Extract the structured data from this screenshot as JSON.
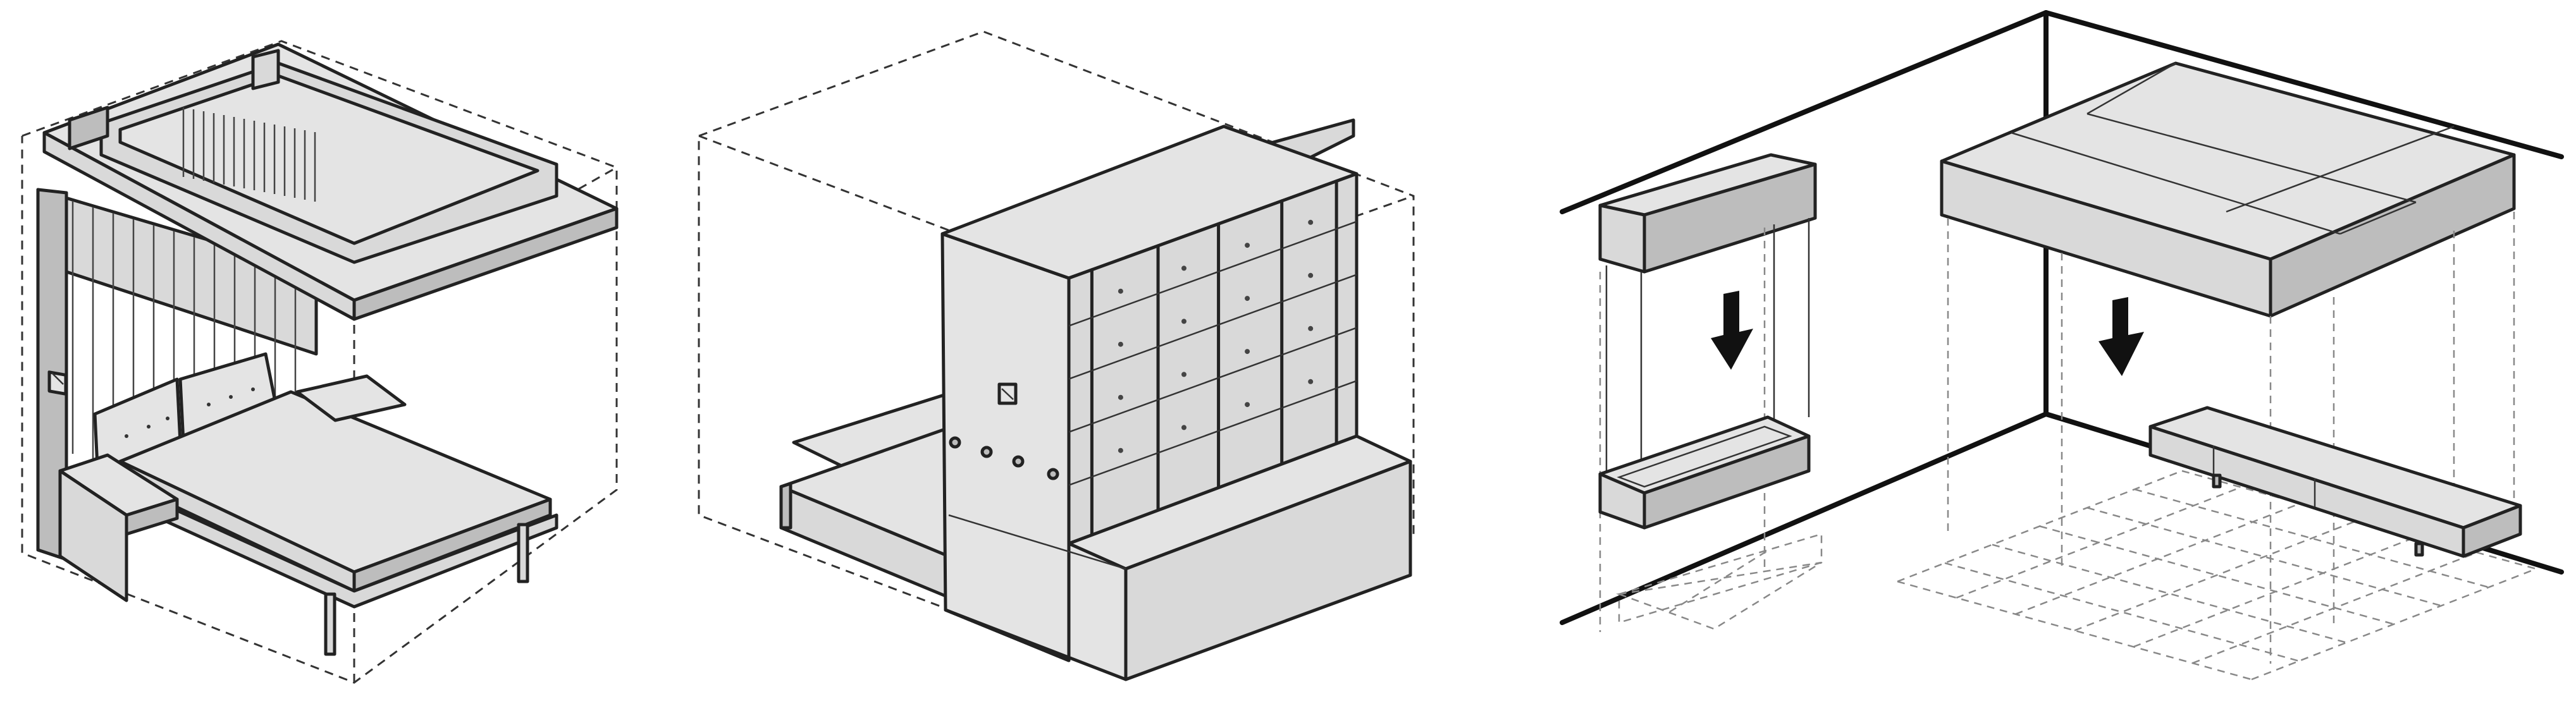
{
  "figure": {
    "panels": [
      {
        "id": "panel-1",
        "subject": "lofted-bed-over-sofa-bed"
      },
      {
        "id": "panel-2",
        "subject": "storage-cabinet-with-bed"
      },
      {
        "id": "panel-3",
        "subject": "ceiling-lowering-bed-and-shelf"
      }
    ],
    "colors": {
      "furniture_fill": "#d9d9d9",
      "furniture_fill_light": "#e4e4e4",
      "furniture_fill_dark": "#bdbdbd",
      "line": "#222222",
      "background": "#ffffff"
    },
    "icons": [
      "down-arrow-icon",
      "down-arrow-icon",
      "wall-switch-icon",
      "wall-switch-icon"
    ]
  }
}
